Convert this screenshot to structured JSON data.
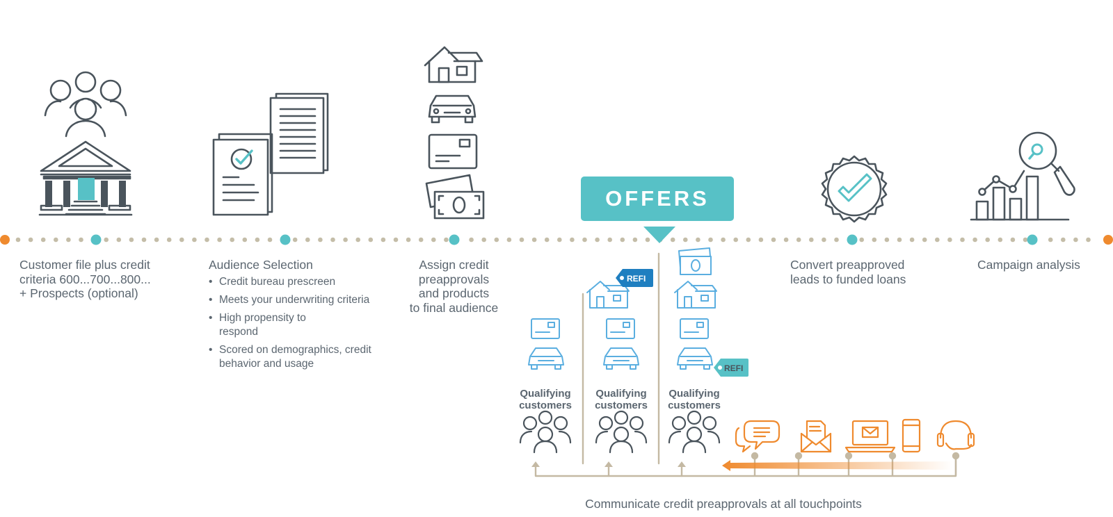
{
  "colors": {
    "teal": "#57c1c6",
    "dark": "#4a545c",
    "blue": "#5aaee0",
    "orange": "#ef8a2e",
    "dots": "#c4bda8",
    "arrow": "#c4b9a3"
  },
  "offers_label": "OFFERS",
  "steps": [
    {
      "icon": "customers-bank-icon",
      "lines": [
        "Customer file plus credit",
        "criteria 600...700...800...",
        "+ Prospects (optional)"
      ]
    },
    {
      "icon": "documents-icon",
      "title": "Audience Selection",
      "bullets": [
        "Credit bureau prescreen",
        "Meets your underwriting criteria",
        "High propensity to respond",
        "Scored on demographics, credit behavior and usage"
      ]
    },
    {
      "icon": "products-icon",
      "lines": [
        "Assign credit",
        "preapprovals",
        "and products",
        "to final audience"
      ]
    },
    {
      "icon": "seal-check-icon",
      "lines": [
        "Convert preapproved",
        "leads to funded loans"
      ]
    },
    {
      "icon": "analysis-chart-icon",
      "lines": [
        "Campaign analysis"
      ]
    }
  ],
  "qualifying_label": [
    "Qualifying",
    "customers"
  ],
  "refi_label": "REFI",
  "touchpoints": [
    "chat-icon",
    "mail-icon",
    "laptop-icon",
    "mobile-icon",
    "headset-icon"
  ],
  "footer_caption": "Communicate credit preapprovals at all touchpoints"
}
